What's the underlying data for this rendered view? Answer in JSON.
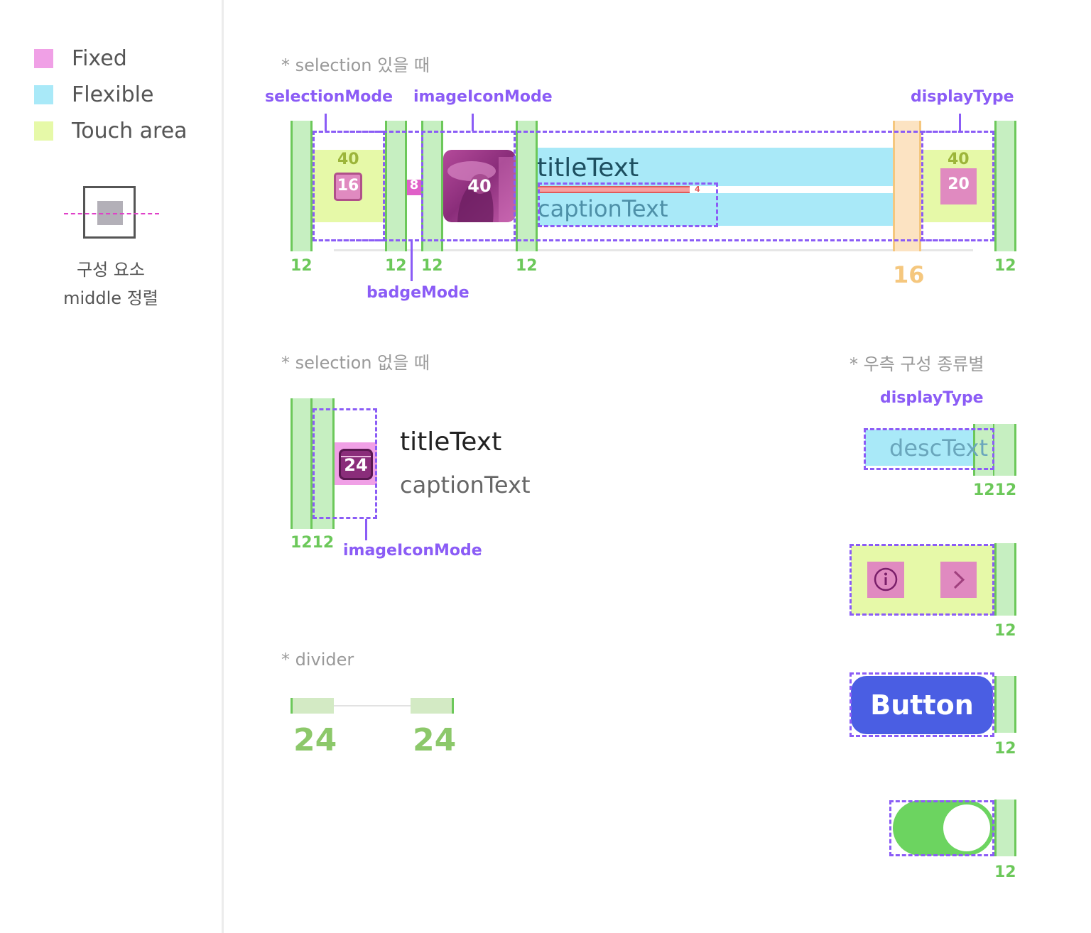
{
  "legend": {
    "items": [
      {
        "label": "Fixed",
        "color": "#f0a0e6"
      },
      {
        "label": "Flexible",
        "color": "#a9e9f8"
      },
      {
        "label": "Touch area",
        "color": "#e6f9a8"
      }
    ],
    "middle_line1": "구성 요소",
    "middle_line2": "middle 정렬"
  },
  "section1": {
    "title": "* selection 있을 때",
    "anno_selection": "selectionMode",
    "anno_image": "imageIconMode",
    "anno_display": "displayType",
    "anno_badge": "badgeMode",
    "touch_40_left": "40",
    "icon_16": "16",
    "badge_8": "8",
    "image_40": "40",
    "title_text": "titleText",
    "caption_text": "captionText",
    "gap_4": "4",
    "touch_40_right": "40",
    "icon_20": "20",
    "pad_12_a": "12",
    "pad_12_b": "12",
    "pad_12_c": "12",
    "pad_12_d": "12",
    "pad_16": "16",
    "pad_12_e": "12"
  },
  "section2": {
    "title": "* selection 없을 때",
    "title_text": "titleText",
    "caption_text": "captionText",
    "icon_24": "24",
    "pad_1212": "1212",
    "anno_image": "imageIconMode"
  },
  "section3": {
    "title": "* divider",
    "left_24": "24",
    "right_24": "24"
  },
  "section4": {
    "title": "* 우측 구성 종류별",
    "anno_display": "displayType",
    "desc_text": "descText",
    "pad_1212": "1212",
    "pad_12_icons": "12",
    "button_label": "Button",
    "pad_12_button": "12",
    "pad_12_toggle": "12",
    "toggle_on": true
  }
}
